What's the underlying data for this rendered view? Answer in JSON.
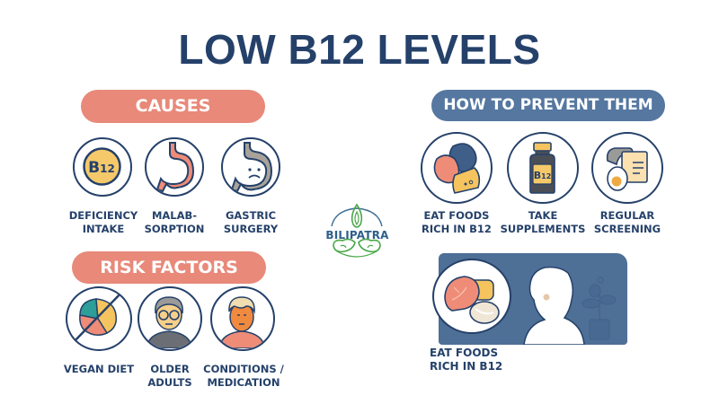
{
  "title": "LOW B12 LEVELS",
  "colors": {
    "navy": "#25416A",
    "salmon": "#E8897A",
    "blue": "#5577A0",
    "panel": "#4E6F96",
    "yellow": "#F5C96A",
    "green": "#4BA84A"
  },
  "causes": {
    "header": "CAUSES",
    "items": [
      {
        "icon": "b12-badge-icon",
        "label": "DEFICIENCY\nINTAKE",
        "badge": "B12"
      },
      {
        "icon": "stomach-icon",
        "label": "MALAB-\nSORPTION"
      },
      {
        "icon": "sad-stomach-icon",
        "label": "GASTRIC\nSURGERY"
      }
    ]
  },
  "risk_factors": {
    "header": "RISK FACTORS",
    "items": [
      {
        "icon": "crossed-out-food-icon",
        "label": "VEGAN DIET"
      },
      {
        "icon": "older-person-icon",
        "label": "OLDER\nADULTS"
      },
      {
        "icon": "person-icon",
        "label": "CONDITIONS /\nMEDICATION"
      }
    ]
  },
  "logo": {
    "text": "BILIPATRA"
  },
  "prevent": {
    "header": "HOW TO PREVENT THEM",
    "items": [
      {
        "icon": "foods-icon",
        "label": "EAT FOODS\nRICH IN B12"
      },
      {
        "icon": "supplement-bottle-icon",
        "label": "TAKE\nSUPPLEMENTS",
        "badge": "B12"
      },
      {
        "icon": "screening-icon",
        "label": "REGULAR\nSCREENING"
      }
    ],
    "feature": {
      "icon": "fish-and-eggs-icon",
      "label": "EAT FOODS\nRICH IN B12"
    }
  }
}
